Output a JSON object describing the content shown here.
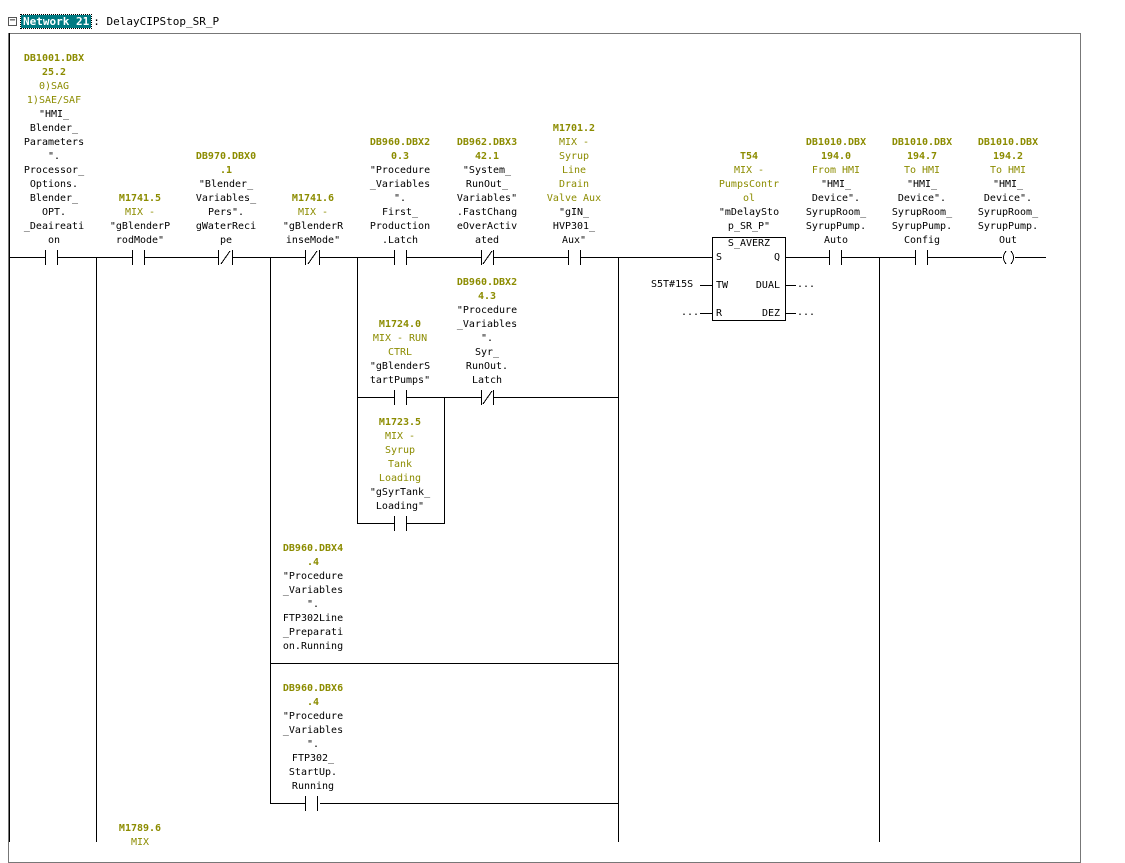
{
  "network": {
    "label": "Network 21",
    "title": ": DelayCIPStop_SR_P",
    "collapse_glyph": "−"
  },
  "rows": [
    {
      "lines": [
        {
          "t": "DB1001.DBX",
          "c": "addr"
        },
        {
          "t": "25.2",
          "c": "addr"
        },
        {
          "t": "0)SAG",
          "c": "cmt"
        },
        {
          "t": "1)SAE/SAF",
          "c": "cmt"
        },
        {
          "t": "\"HMI_",
          "c": "sym"
        },
        {
          "t": "Blender_",
          "c": "sym"
        },
        {
          "t": "Parameters",
          "c": "sym"
        },
        {
          "t": "\".",
          "c": "sym"
        },
        {
          "t": "Processor_",
          "c": "sym"
        },
        {
          "t": "Options.",
          "c": "sym"
        },
        {
          "t": "Blender_",
          "c": "sym"
        },
        {
          "t": "OPT.",
          "c": "sym"
        },
        {
          "t": "_Deaireati",
          "c": "sym"
        },
        {
          "t": "on",
          "c": "sym"
        }
      ]
    },
    {
      "lines": [
        {
          "t": "M1741.5",
          "c": "addr"
        },
        {
          "t": "MIX -",
          "c": "cmt"
        },
        {
          "t": "\"gBlenderP",
          "c": "sym"
        },
        {
          "t": "rodMode\"",
          "c": "sym"
        }
      ]
    },
    {
      "lines": [
        {
          "t": "DB970.DBX0",
          "c": "addr"
        },
        {
          "t": ".1",
          "c": "addr"
        },
        {
          "t": "\"Blender_",
          "c": "sym"
        },
        {
          "t": "Variables_",
          "c": "sym"
        },
        {
          "t": "Pers\".",
          "c": "sym"
        },
        {
          "t": "gWaterReci",
          "c": "sym"
        },
        {
          "t": "pe",
          "c": "sym"
        }
      ]
    },
    {
      "lines": [
        {
          "t": "M1741.6",
          "c": "addr"
        },
        {
          "t": "MIX -",
          "c": "cmt"
        },
        {
          "t": "\"gBlenderR",
          "c": "sym"
        },
        {
          "t": "inseMode\"",
          "c": "sym"
        }
      ]
    },
    {
      "lines": [
        {
          "t": "DB960.DBX2",
          "c": "addr"
        },
        {
          "t": "0.3",
          "c": "addr"
        },
        {
          "t": "\"Procedure",
          "c": "sym"
        },
        {
          "t": "_Variables",
          "c": "sym"
        },
        {
          "t": "\".",
          "c": "sym"
        },
        {
          "t": "First_",
          "c": "sym"
        },
        {
          "t": "Production",
          "c": "sym"
        },
        {
          "t": ".Latch",
          "c": "sym"
        }
      ]
    },
    {
      "lines": [
        {
          "t": "DB962.DBX3",
          "c": "addr"
        },
        {
          "t": "42.1",
          "c": "addr"
        },
        {
          "t": "\"System_",
          "c": "sym"
        },
        {
          "t": "RunOut_",
          "c": "sym"
        },
        {
          "t": "Variables\"",
          "c": "sym"
        },
        {
          "t": ".FastChang",
          "c": "sym"
        },
        {
          "t": "eOverActiv",
          "c": "sym"
        },
        {
          "t": "ated",
          "c": "sym"
        }
      ]
    },
    {
      "lines": [
        {
          "t": "M1701.2",
          "c": "addr"
        },
        {
          "t": "MIX -",
          "c": "cmt"
        },
        {
          "t": "Syrup",
          "c": "cmt"
        },
        {
          "t": "Line",
          "c": "cmt"
        },
        {
          "t": "Drain",
          "c": "cmt"
        },
        {
          "t": "Valve Aux",
          "c": "cmt"
        },
        {
          "t": "\"gIN_",
          "c": "sym"
        },
        {
          "t": "HVP301_",
          "c": "sym"
        },
        {
          "t": "Aux\"",
          "c": "sym"
        }
      ]
    },
    {
      "lines": [
        {
          "t": "T54",
          "c": "addr"
        },
        {
          "t": "MIX -",
          "c": "cmt"
        },
        {
          "t": "PumpsContr",
          "c": "cmt"
        },
        {
          "t": "ol",
          "c": "cmt"
        },
        {
          "t": "\"mDelaySto",
          "c": "sym"
        },
        {
          "t": "p_SR_P\"",
          "c": "sym"
        }
      ]
    },
    {
      "lines": [
        {
          "t": "DB1010.DBX",
          "c": "addr"
        },
        {
          "t": "194.0",
          "c": "addr"
        },
        {
          "t": "From HMI",
          "c": "cmt"
        },
        {
          "t": "\"HMI_",
          "c": "sym"
        },
        {
          "t": "Device\".",
          "c": "sym"
        },
        {
          "t": "SyrupRoom_",
          "c": "sym"
        },
        {
          "t": "SyrupPump.",
          "c": "sym"
        },
        {
          "t": "Auto",
          "c": "sym"
        }
      ]
    },
    {
      "lines": [
        {
          "t": "DB1010.DBX",
          "c": "addr"
        },
        {
          "t": "194.7",
          "c": "addr"
        },
        {
          "t": "To HMI",
          "c": "cmt"
        },
        {
          "t": "\"HMI_",
          "c": "sym"
        },
        {
          "t": "Device\".",
          "c": "sym"
        },
        {
          "t": "SyrupRoom_",
          "c": "sym"
        },
        {
          "t": "SyrupPump.",
          "c": "sym"
        },
        {
          "t": "Config",
          "c": "sym"
        }
      ]
    },
    {
      "lines": [
        {
          "t": "DB1010.DBX",
          "c": "addr"
        },
        {
          "t": "194.2",
          "c": "addr"
        },
        {
          "t": "To HMI",
          "c": "cmt"
        },
        {
          "t": "\"HMI_",
          "c": "sym"
        },
        {
          "t": "Device\".",
          "c": "sym"
        },
        {
          "t": "SyrupRoom_",
          "c": "sym"
        },
        {
          "t": "SyrupPump.",
          "c": "sym"
        },
        {
          "t": "Out",
          "c": "sym"
        }
      ]
    },
    {
      "lines": [
        {
          "t": "DB960.DBX2",
          "c": "addr"
        },
        {
          "t": "4.3",
          "c": "addr"
        },
        {
          "t": "\"Procedure",
          "c": "sym"
        },
        {
          "t": "_Variables",
          "c": "sym"
        },
        {
          "t": "\".",
          "c": "sym"
        },
        {
          "t": "Syr_",
          "c": "sym"
        },
        {
          "t": "RunOut.",
          "c": "sym"
        },
        {
          "t": "Latch",
          "c": "sym"
        }
      ]
    },
    {
      "lines": [
        {
          "t": "M1724.0",
          "c": "addr"
        },
        {
          "t": "MIX - RUN",
          "c": "cmt"
        },
        {
          "t": "CTRL",
          "c": "cmt"
        },
        {
          "t": "\"gBlenderS",
          "c": "sym"
        },
        {
          "t": "tartPumps\"",
          "c": "sym"
        }
      ]
    },
    {
      "lines": [
        {
          "t": "M1723.5",
          "c": "addr"
        },
        {
          "t": "MIX -",
          "c": "cmt"
        },
        {
          "t": "Syrup",
          "c": "cmt"
        },
        {
          "t": "Tank",
          "c": "cmt"
        },
        {
          "t": "Loading",
          "c": "cmt"
        },
        {
          "t": "\"gSyrTank_",
          "c": "sym"
        },
        {
          "t": "Loading\"",
          "c": "sym"
        }
      ]
    },
    {
      "lines": [
        {
          "t": "DB960.DBX4",
          "c": "addr"
        },
        {
          "t": ".4",
          "c": "addr"
        },
        {
          "t": "\"Procedure",
          "c": "sym"
        },
        {
          "t": "_Variables",
          "c": "sym"
        },
        {
          "t": "\".",
          "c": "sym"
        },
        {
          "t": "FTP302Line",
          "c": "sym"
        },
        {
          "t": "_Preparati",
          "c": "sym"
        },
        {
          "t": "on.Running",
          "c": "sym"
        }
      ]
    },
    {
      "lines": [
        {
          "t": "DB960.DBX6",
          "c": "addr"
        },
        {
          "t": ".4",
          "c": "addr"
        },
        {
          "t": "\"Procedure",
          "c": "sym"
        },
        {
          "t": "_Variables",
          "c": "sym"
        },
        {
          "t": "\".",
          "c": "sym"
        },
        {
          "t": "FTP302_",
          "c": "sym"
        },
        {
          "t": "StartUp.",
          "c": "sym"
        },
        {
          "t": "Running",
          "c": "sym"
        }
      ]
    },
    {
      "lines": [
        {
          "t": "M1789.6",
          "c": "addr"
        },
        {
          "t": "MIX",
          "c": "cmt"
        }
      ]
    }
  ],
  "timer_block": {
    "type": "S_AVERZ",
    "pins": {
      "s": "S",
      "tw": "TW",
      "r": "R",
      "q": "Q",
      "dual": "DUAL",
      "dez": "DEZ"
    },
    "tw_value": "S5T#15S",
    "r_value": "...",
    "dual_value": "...",
    "dez_value": "..."
  }
}
